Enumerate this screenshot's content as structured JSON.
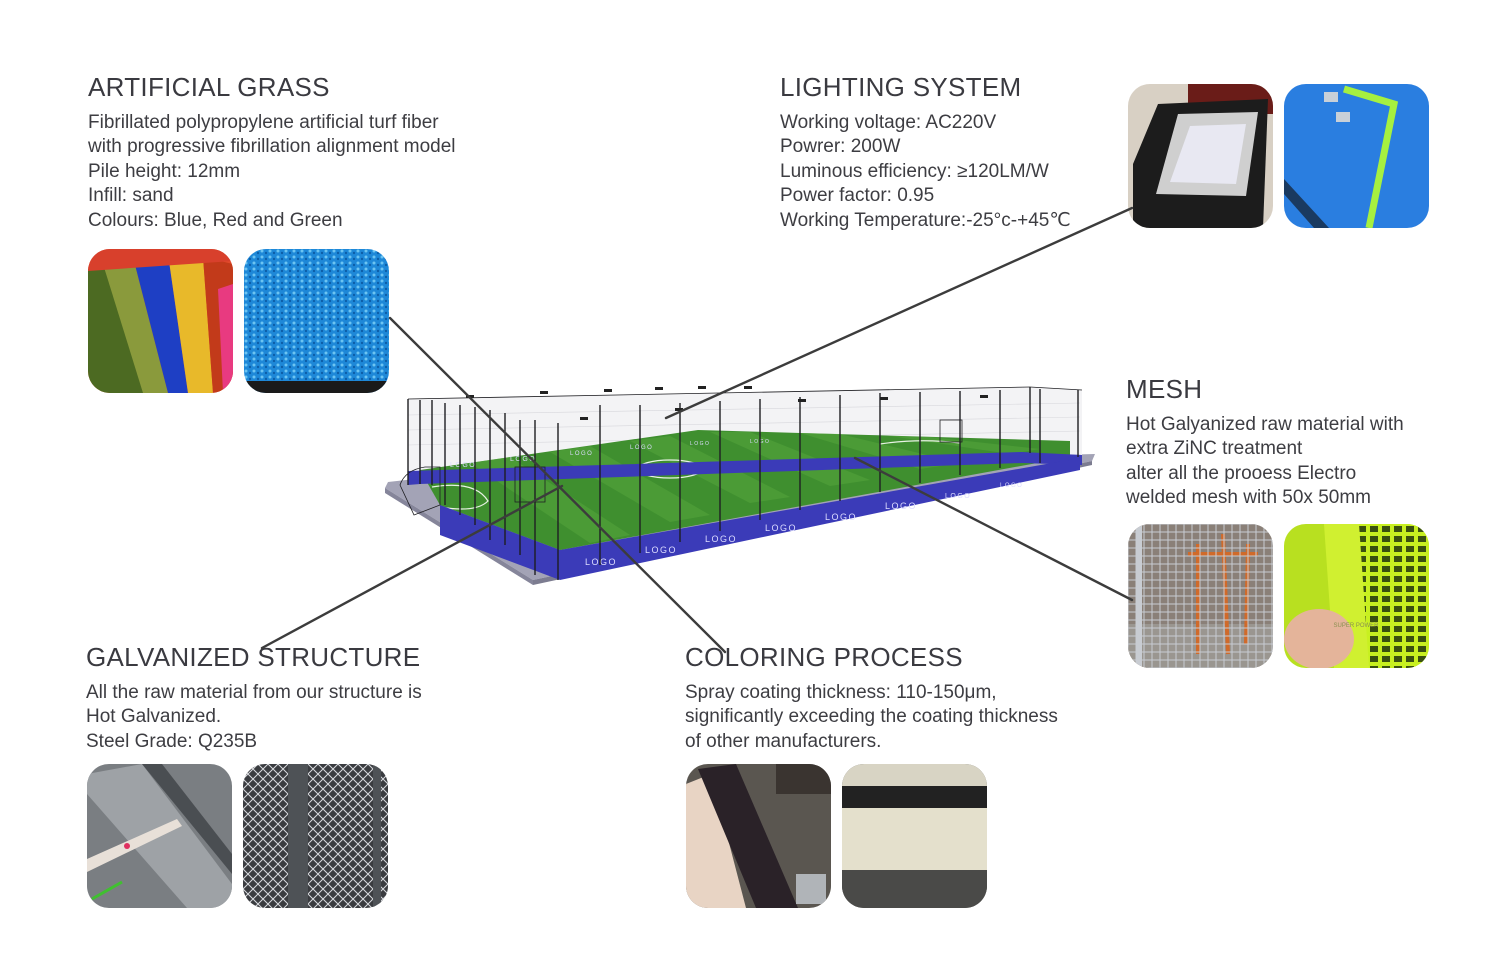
{
  "sections": {
    "artificial_grass": {
      "title": "ARTIFICIAL GRASS",
      "lines": [
        "Fibrillated polypropylene artificial turf fiber",
        "with progressive fibrillation alignment model",
        "Pile height: 12mm",
        "Infill: sand",
        "Colours: Blue, Red and Green"
      ],
      "images": [
        "multicolor-turf-samples",
        "blue-turf-closeup"
      ]
    },
    "lighting_system": {
      "title": "LIGHTING SYSTEM",
      "lines": [
        "Working voltage: AC220V",
        "Powrer: 200W",
        "Luminous efficiency: ≥120LM/W",
        "Power factor: 0.95",
        "Working Temperature:-25°c-+45℃"
      ],
      "images": [
        "led-floodlight",
        "light-pole-sky"
      ]
    },
    "mesh": {
      "title": "MESH",
      "lines": [
        "Hot Galyanized raw material with",
        "extra ZiNC treatment",
        "alter all the prooess Electro",
        "welded mesh with 50x 50mm"
      ],
      "images": [
        "welded-mesh-factory",
        "green-coated-mesh"
      ],
      "watermark": "SUPER POWER"
    },
    "galvanized_structure": {
      "title": "GALVANIZED STRUCTURE",
      "lines": [
        "All the raw material from our structure is",
        "Hot Galvanized.",
        "Steel Grade: Q235B"
      ],
      "images": [
        "steel-tube-measured",
        "chain-link-structure"
      ]
    },
    "coloring_process": {
      "title": "COLORING PROCESS",
      "lines": [
        "Spray coating thickness: 110-150μm,",
        "significantly exceeding the coating thickness",
        "of other manufacturers."
      ],
      "images": [
        "black-coated-tube",
        "white-coated-beam"
      ]
    }
  },
  "court": {
    "banner_text": "LOGO",
    "colors": {
      "turf": "#3f8f2f",
      "turf_light": "#56a63c",
      "banner": "#3b3bb8",
      "floor": "#9a9aae",
      "frame": "#1e1e22"
    }
  },
  "leader_color": "#3c3c3c"
}
